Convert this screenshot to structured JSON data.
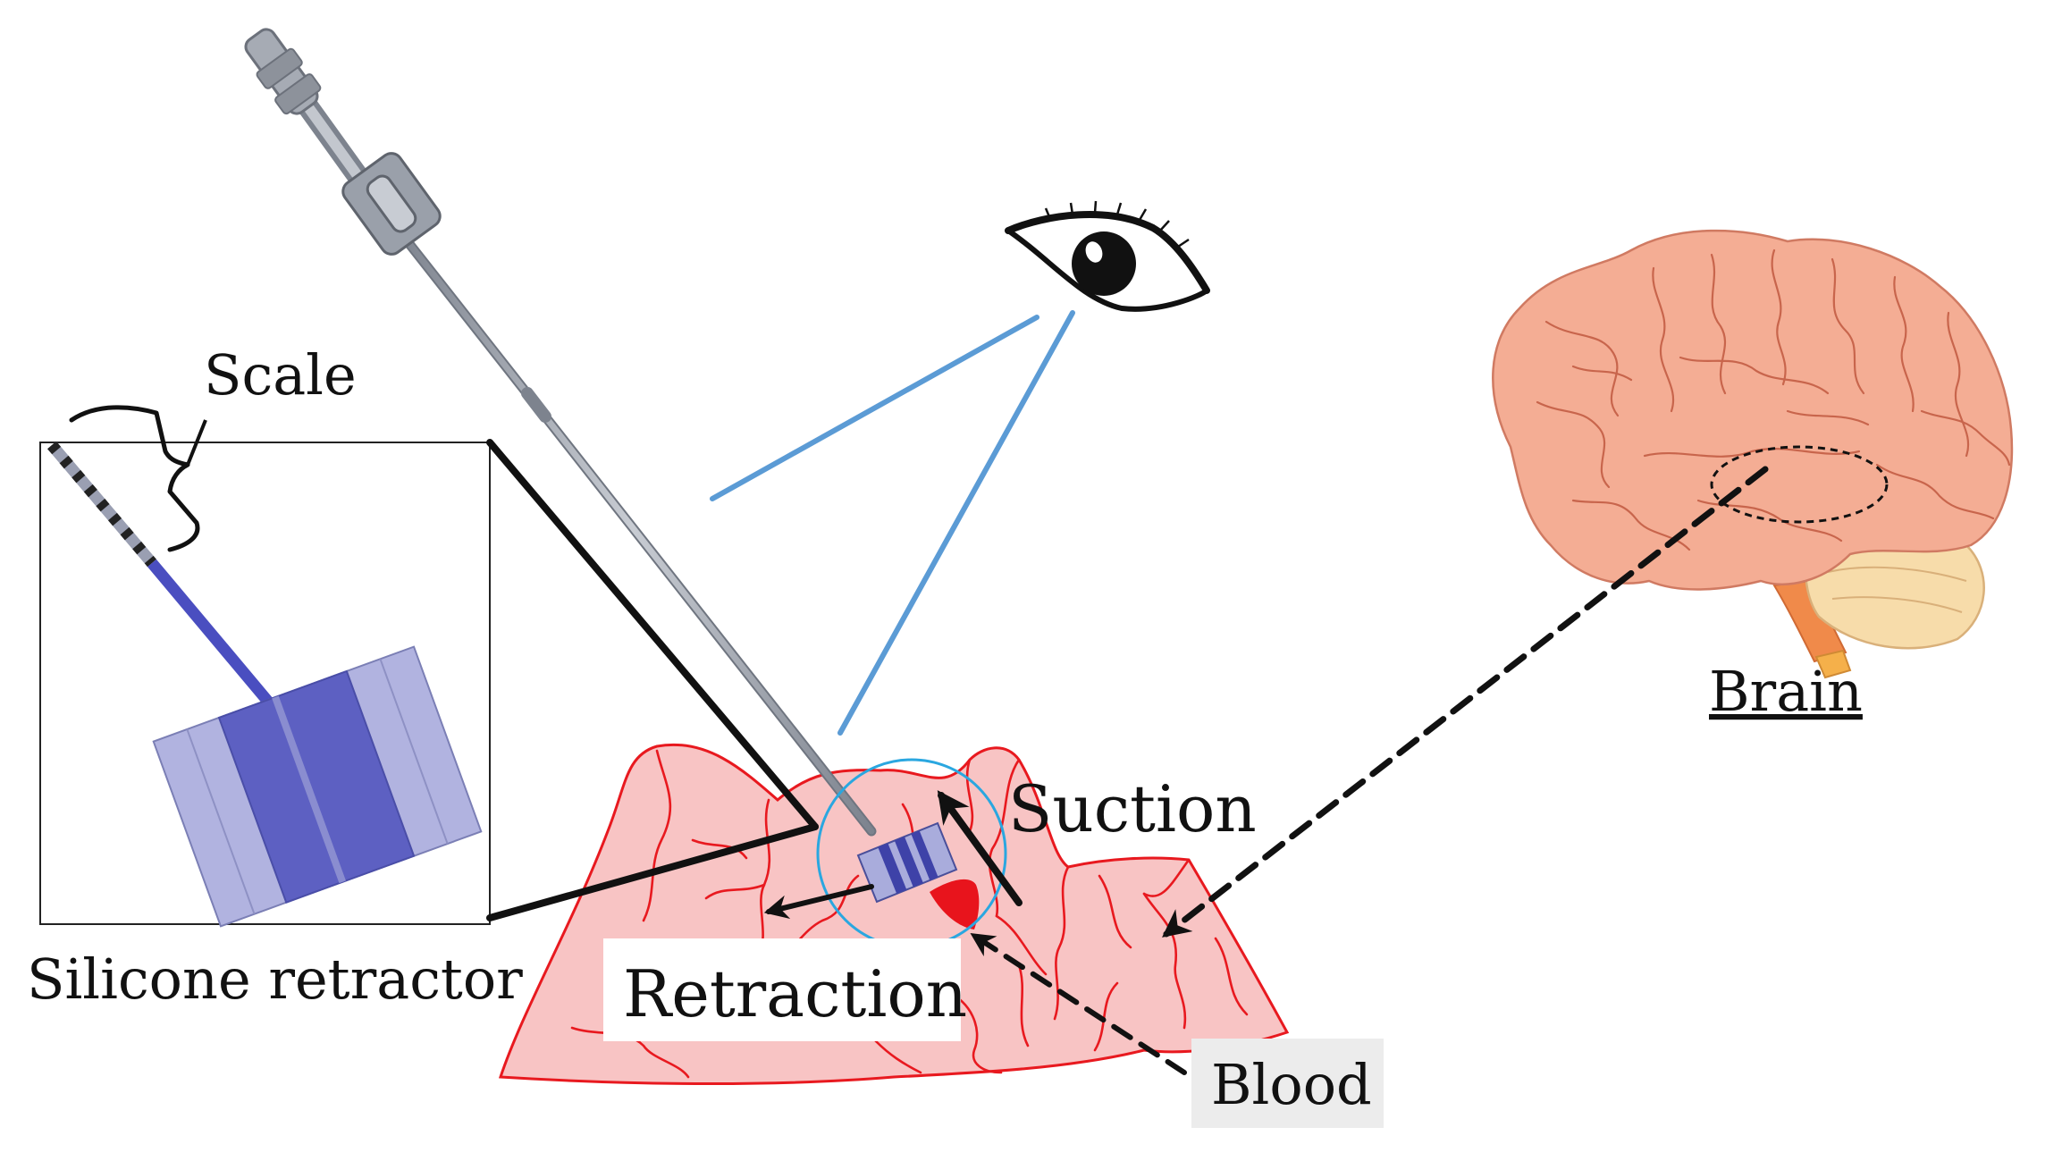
{
  "labels": {
    "scale": "Scale",
    "silicone_retractor": "Silicone retractor",
    "suction": "Suction",
    "retraction": "Retraction",
    "blood": "Blood",
    "brain": "Brain"
  },
  "colors": {
    "tissue_fill": "#f8c4c4",
    "tissue_line": "#e8191f",
    "blood": "#e8141c",
    "retractor_dark": "#5b5fc2",
    "retractor_light": "#a9acdc",
    "instrument_gray": "#9aa0aa",
    "sight_line": "#5b9bd5",
    "focus_circle": "#2aa7e0",
    "brain_pink": "#f4ad94",
    "brain_line": "#d07a62",
    "cerebellum": "#f7dcaa",
    "brainstem": "#f08a4a",
    "label_bg": "#ececec"
  },
  "icons": [
    "eye-icon",
    "brain-illustration",
    "suction-instrument",
    "silicone-retractor-inset"
  ]
}
